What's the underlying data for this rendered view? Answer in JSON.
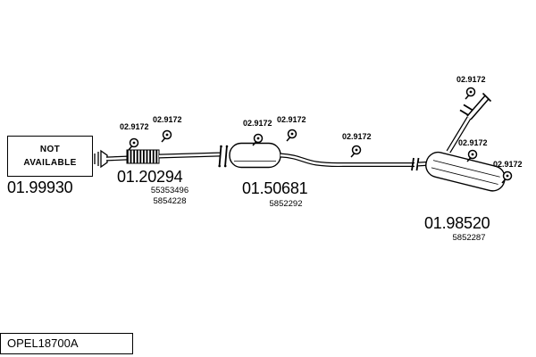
{
  "colors": {
    "ink": "#000000",
    "background": "#ffffff"
  },
  "not_available_box": {
    "line1": "NOT",
    "line2": "AVAILABLE"
  },
  "parts": {
    "front_pipe": {
      "code": "01.99930"
    },
    "flex_pipe": {
      "code": "01.20294",
      "ref1": "55353496",
      "ref2": "5854228"
    },
    "center_muffler": {
      "code": "01.50681",
      "ref1": "5852292"
    },
    "rear_muffler": {
      "code": "01.98520",
      "ref1": "5852287"
    }
  },
  "clamp": {
    "code": "02.9172"
  },
  "footer": {
    "drawing_id": "OPEL18700A"
  }
}
